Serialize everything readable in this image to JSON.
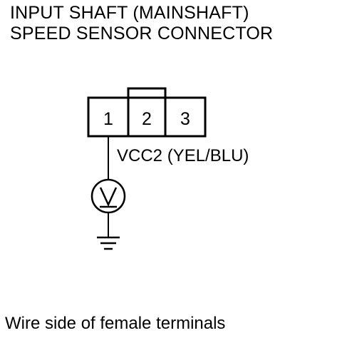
{
  "title": {
    "line1": "INPUT SHAFT (MAINSHAFT)",
    "line2": "SPEED SENSOR CONNECTOR"
  },
  "connector": {
    "terminals": [
      "1",
      "2",
      "3"
    ]
  },
  "wire": {
    "label": "VCC2 (YEL/BLU)"
  },
  "meter": {
    "icon": "voltmeter-icon"
  },
  "ground": {
    "icon": "ground-icon"
  },
  "caption": "Wire side of female terminals",
  "colors": {
    "ink": "#000000",
    "background": "#ffffff"
  }
}
